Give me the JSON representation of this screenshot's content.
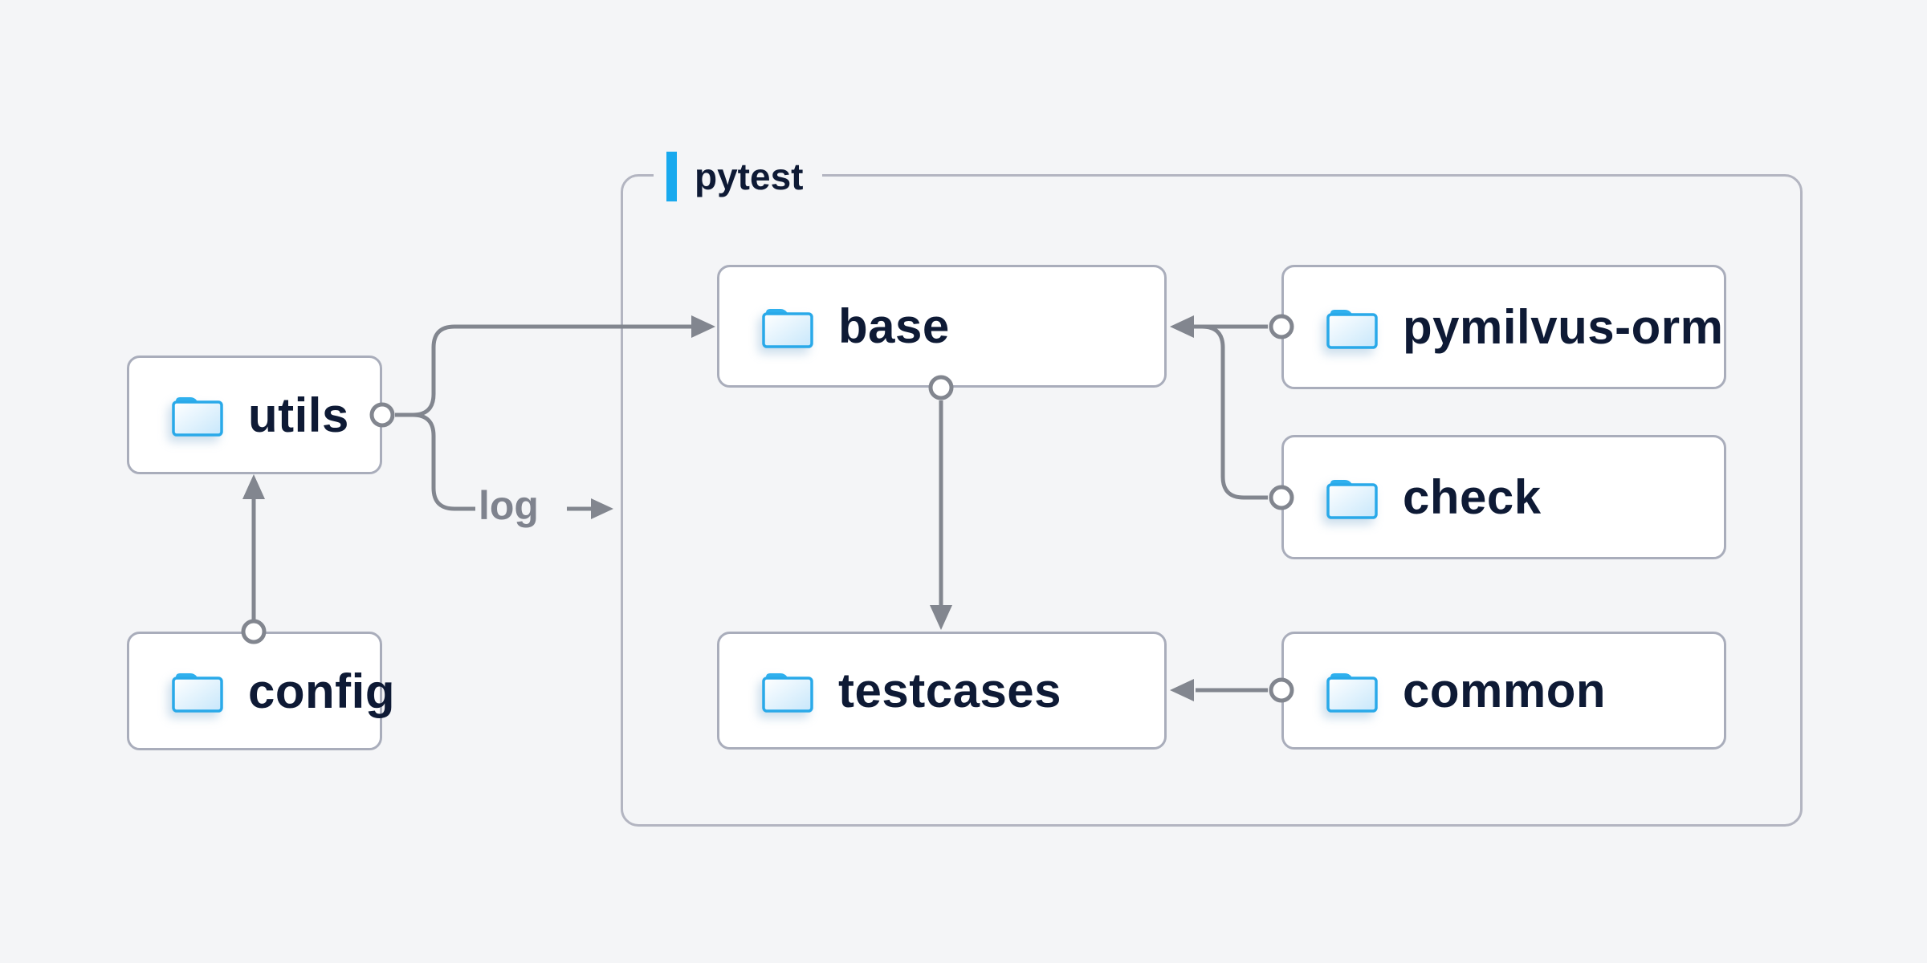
{
  "diagram": {
    "title_group": {
      "label": "pytest"
    },
    "nodes": [
      {
        "id": "utils",
        "label": "utils"
      },
      {
        "id": "config",
        "label": "config"
      },
      {
        "id": "base",
        "label": "base"
      },
      {
        "id": "pymilvus-orm",
        "label": "pymilvus-orm"
      },
      {
        "id": "check",
        "label": "check"
      },
      {
        "id": "testcases",
        "label": "testcases"
      },
      {
        "id": "common",
        "label": "common"
      }
    ],
    "edges": [
      {
        "from": "config",
        "to": "utils"
      },
      {
        "from": "utils",
        "to": "base"
      },
      {
        "from": "utils",
        "to": "pytest",
        "label": "log"
      },
      {
        "from": "base",
        "to": "testcases"
      },
      {
        "from": "pymilvus-orm",
        "to": "base"
      },
      {
        "from": "check",
        "to": "base"
      },
      {
        "from": "common",
        "to": "testcases"
      }
    ],
    "colors": {
      "background": "#f4f5f7",
      "node_fill": "#ffffff",
      "node_border": "#a9adbb",
      "group_border": "#b3b5c1",
      "edge": "#82868f",
      "text": "#0e1a35",
      "edge_label_text": "#7f838e",
      "accent_blue": "#18a9ee",
      "folder_outline": "#29a9e9"
    }
  }
}
